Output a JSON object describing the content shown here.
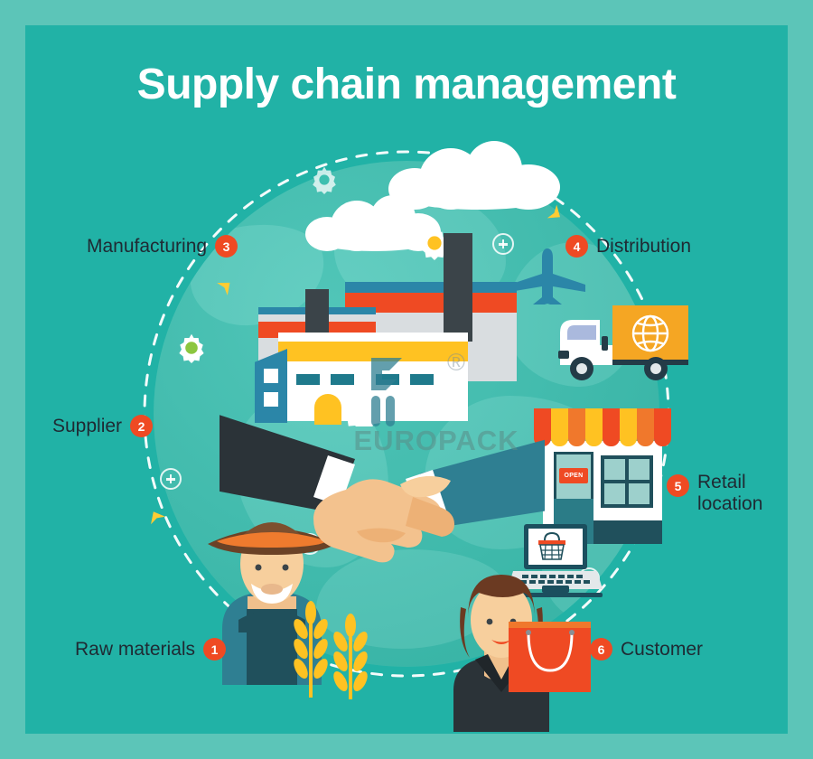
{
  "page": {
    "title": "Supply chain management",
    "border_color": "#5cc5b8",
    "panel_color": "#21b2a6",
    "badge_color": "#ef4a23",
    "label_color": "#1f2a33",
    "globe_color": "#3dbfb0"
  },
  "stages": [
    {
      "number": "1",
      "label": "Raw materials",
      "name": "raw-materials",
      "badge_side": "right"
    },
    {
      "number": "2",
      "label": "Supplier",
      "name": "supplier",
      "badge_side": "right"
    },
    {
      "number": "3",
      "label": "Manufacturing",
      "name": "manufacturing",
      "badge_side": "right"
    },
    {
      "number": "4",
      "label": "Distribution",
      "name": "distribution",
      "badge_side": "left"
    },
    {
      "number": "5",
      "label": "Retail location",
      "name": "retail-location",
      "badge_side": "left"
    },
    {
      "number": "6",
      "label": "Customer",
      "name": "customer",
      "badge_side": "left"
    }
  ],
  "illustration": {
    "shop_sign": "OPEN",
    "watermark_text": "EUROPACK",
    "watermark_registered": "®",
    "icons": {
      "factory": "factory-icon",
      "truck": "delivery-truck-icon",
      "globe_on_truck": "globe-icon",
      "airplane": "airplane-icon",
      "shop": "retail-shop-icon",
      "laptop": "laptop-icon",
      "basket": "shopping-basket-icon",
      "shopping_bag": "shopping-bag-icon",
      "farmer": "farmer-avatar-icon",
      "customer_person": "customer-avatar-icon",
      "handshake": "handshake-icon",
      "wheat": "wheat-icon",
      "gear": "gear-icon",
      "plus": "plus-marker-icon",
      "cloud": "cloud-icon",
      "arrow": "arrow-marker-icon"
    }
  }
}
